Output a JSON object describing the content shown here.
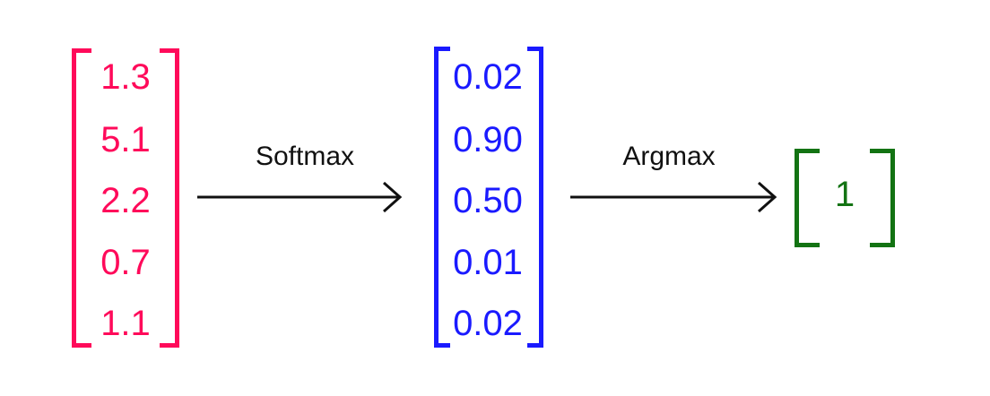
{
  "diagram": {
    "colors": {
      "logits": "#ff0a5a",
      "probs": "#1a1aff",
      "result": "#137313",
      "arrow": "#111111"
    },
    "logits": {
      "values": [
        "1.3",
        "5.1",
        "2.2",
        "0.7",
        "1.1"
      ]
    },
    "softmax_arrow": {
      "label": "Softmax"
    },
    "probs": {
      "values": [
        "0.02",
        "0.90",
        "0.50",
        "0.01",
        "0.02"
      ]
    },
    "argmax_arrow": {
      "label": "Argmax"
    },
    "result": {
      "values": [
        "1"
      ]
    }
  }
}
